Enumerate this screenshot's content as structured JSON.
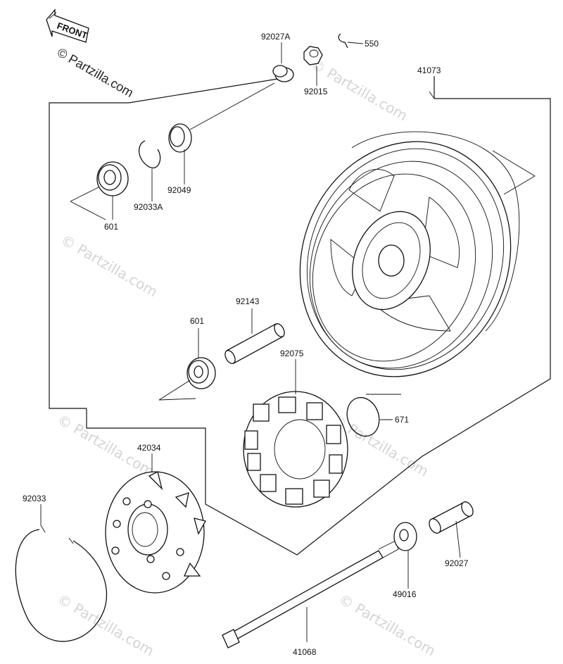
{
  "watermark": {
    "copyright_line": "© Partzilla.com",
    "repeated_text": "© Partzilla.com"
  },
  "front_badge": {
    "text": "FRONT"
  },
  "parts": [
    {
      "id": "p-92027a",
      "label": "92027A"
    },
    {
      "id": "p-550",
      "label": "550"
    },
    {
      "id": "p-92015",
      "label": "92015"
    },
    {
      "id": "p-41073",
      "label": "41073"
    },
    {
      "id": "p-601a",
      "label": "601"
    },
    {
      "id": "p-92033a",
      "label": "92033A"
    },
    {
      "id": "p-92049",
      "label": "92049"
    },
    {
      "id": "p-92143",
      "label": "92143"
    },
    {
      "id": "p-601b",
      "label": "601"
    },
    {
      "id": "p-92075",
      "label": "92075"
    },
    {
      "id": "p-671",
      "label": "671"
    },
    {
      "id": "p-42034",
      "label": "42034"
    },
    {
      "id": "p-92033",
      "label": "92033"
    },
    {
      "id": "p-49016",
      "label": "49016"
    },
    {
      "id": "p-92027",
      "label": "92027"
    },
    {
      "id": "p-41068",
      "label": "41068"
    }
  ]
}
